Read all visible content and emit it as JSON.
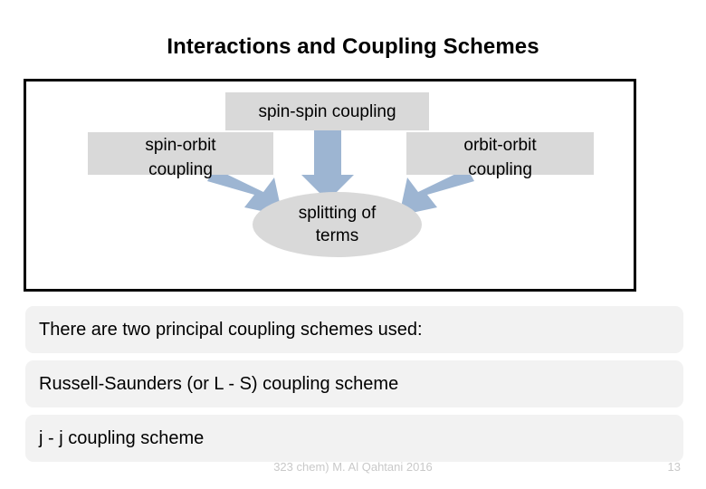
{
  "slide": {
    "title": "Interactions and Coupling Schemes"
  },
  "diagram": {
    "boxes": [
      {
        "id": "spin-spin",
        "label": "spin-spin coupling"
      },
      {
        "id": "spin-orbit",
        "label": "spin-orbit\ncoupling"
      },
      {
        "id": "orbit-orbit",
        "label": "orbit-orbit\ncoupling"
      }
    ],
    "result": {
      "id": "splitting-of-terms",
      "label": "splitting of\nterms"
    },
    "arrows": [
      {
        "id": "arrow-down-center",
        "from": "spin-spin",
        "to": "splitting-of-terms",
        "direction": "down"
      },
      {
        "id": "arrow-diagonal-left",
        "from": "spin-orbit",
        "to": "splitting-of-terms",
        "direction": "down-right"
      },
      {
        "id": "arrow-diagonal-right",
        "from": "orbit-orbit",
        "to": "splitting-of-terms",
        "direction": "down-left"
      }
    ],
    "colors": {
      "box_fill": "#d9d9d9",
      "arrow_fill": "#9db5d2",
      "frame_border": "#000000"
    }
  },
  "bullets": [
    {
      "id": "bullet-1",
      "text": "There are two principal coupling schemes used:"
    },
    {
      "id": "bullet-2",
      "text": "Russell-Saunders (or L - S) coupling  scheme"
    },
    {
      "id": "bullet-3",
      "text": "j - j coupling scheme"
    }
  ],
  "footer": {
    "note": "323 chem) M. Al Qahtani 2016",
    "page": "13"
  },
  "theme": {
    "bullet_fill": "#f2f2f2",
    "background": "#ffffff",
    "text": "#000000",
    "footer_text": "#c9c9c9"
  }
}
